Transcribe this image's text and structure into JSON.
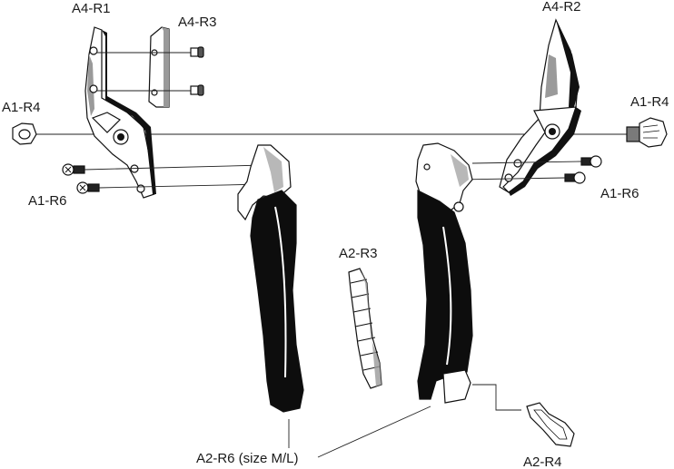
{
  "diagram": {
    "labels": {
      "a4_r1": "A4-R1",
      "a4_r3": "A4-R3",
      "a4_r2": "A4-R2",
      "a1_r4_left": "A1-R4",
      "a1_r4_right": "A1-R4",
      "a1_r6_left": "A1-R6",
      "a1_r6_right": "A1-R6",
      "a2_r3": "A2-R3",
      "a2_r6": "A2-R6 (size  M/L)",
      "a2_r4": "A2-R4"
    },
    "colors": {
      "ink": "#111111",
      "grip": "#0d0d0d",
      "metal": "#ffffff",
      "shade": "#9a9a9a"
    }
  }
}
